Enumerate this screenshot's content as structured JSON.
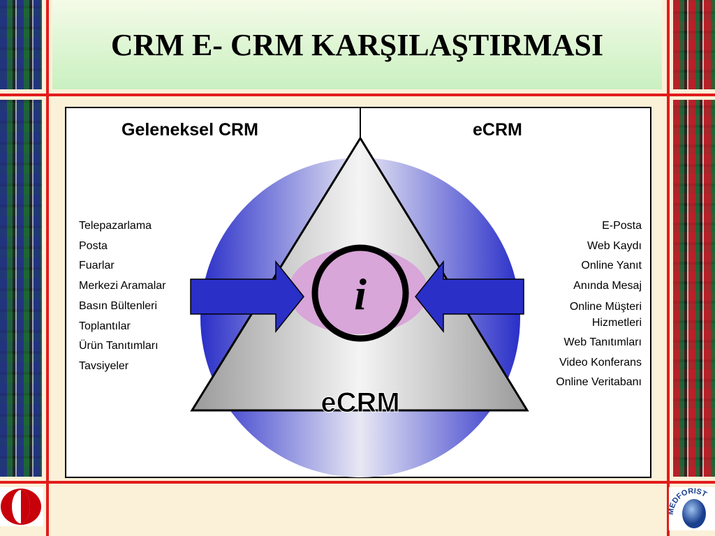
{
  "title": "CRM E- CRM KARŞILAŞTIRMASI",
  "left_header": "Geleneksel CRM",
  "right_header": "eCRM",
  "center_label": "eCRM",
  "info_symbol": "i",
  "left_items": [
    "Telepazarlama",
    "Posta",
    "Fuarlar",
    "Merkezi Aramalar",
    "Basın Bültenleri",
    "Toplantılar",
    "Ürün Tanıtımları",
    "Tavsiyeler"
  ],
  "right_items": [
    "E-Posta",
    "Web Kaydı",
    "Online Yanıt",
    "Anında Mesaj",
    "Online Müşteri Hizmetleri",
    "Web Tanıtımları",
    "Video Konferans",
    "Online Veritabanı"
  ],
  "logo_right": "MEDFORIST"
}
